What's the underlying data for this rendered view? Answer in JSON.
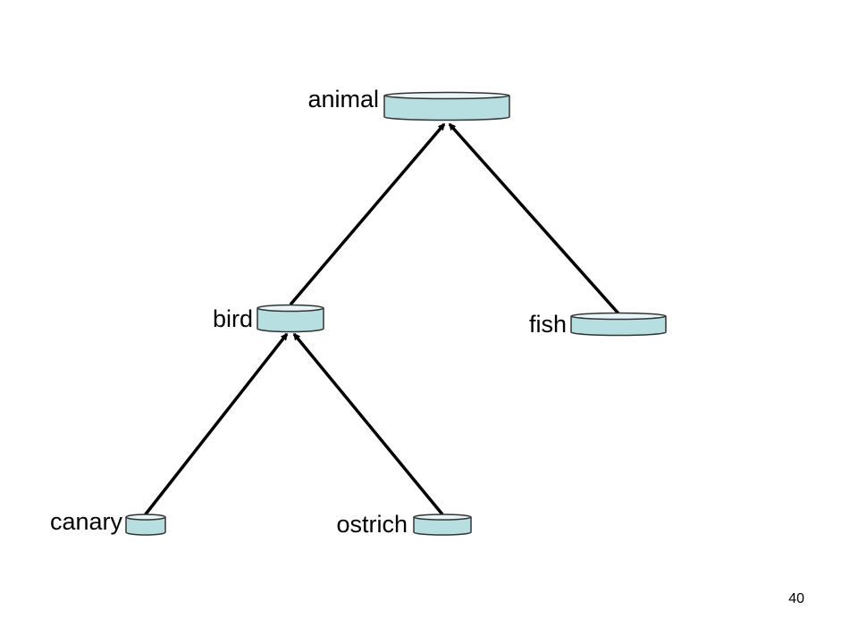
{
  "diagram": {
    "nodes": [
      {
        "id": "animal",
        "label": "animal"
      },
      {
        "id": "bird",
        "label": "bird"
      },
      {
        "id": "fish",
        "label": "fish"
      },
      {
        "id": "canary",
        "label": "canary"
      },
      {
        "id": "ostrich",
        "label": "ostrich"
      }
    ],
    "edges": [
      {
        "from": "bird",
        "to": "animal"
      },
      {
        "from": "fish",
        "to": "animal"
      },
      {
        "from": "canary",
        "to": "bird"
      },
      {
        "from": "ostrich",
        "to": "bird"
      }
    ]
  },
  "colors": {
    "node_fill": "#b7dfe2",
    "node_top": "#e8f6f7",
    "node_stroke": "#333333",
    "edge": "#000000"
  },
  "page_number": "40"
}
